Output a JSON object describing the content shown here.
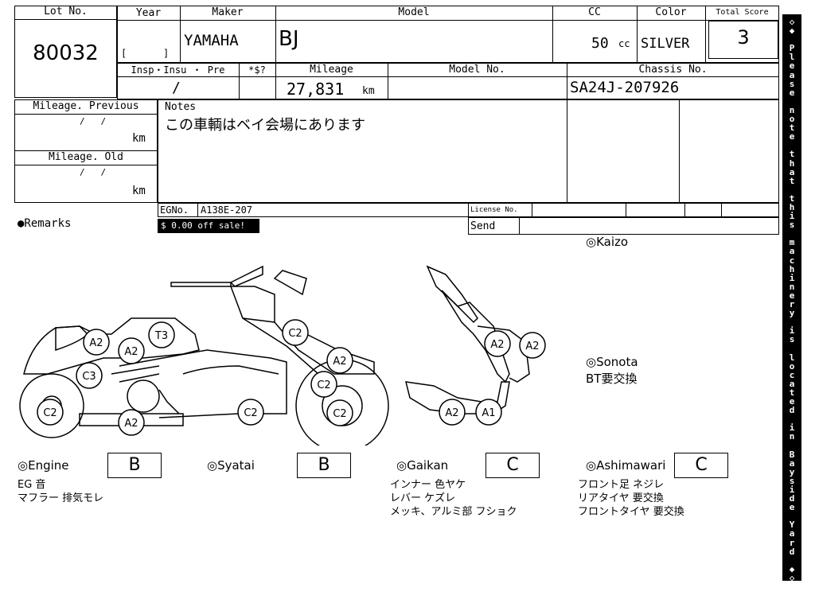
{
  "header": {
    "lot_label": "Lot No.",
    "lot_value": "80032",
    "year_label": "Year",
    "year_bracket_open": "[",
    "year_bracket_close": "]",
    "maker_label": "Maker",
    "maker_value": "YAMAHA",
    "model_label": "Model",
    "model_value": "BJ",
    "cc_label": "CC",
    "cc_value": "50",
    "cc_unit": "cc",
    "color_label": "Color",
    "color_value": "SILVER",
    "score_label": "Total Score",
    "score_value": "3",
    "insp_label": "Insp・Insu ・ Pre",
    "insp_value": "/",
    "tax_label": "*$?",
    "mileage_label": "Mileage",
    "mileage_value": "27,831",
    "mileage_unit": "km",
    "modelno_label": "Model No.",
    "chassis_label": "Chassis No.",
    "chassis_value": "SA24J-207926"
  },
  "mileage_prev": {
    "label": "Mileage. Previous",
    "date": "/   /",
    "unit": "km"
  },
  "mileage_old": {
    "label": "Mileage. Old",
    "date": "/   /",
    "unit": "km"
  },
  "notes": {
    "label": "Notes",
    "text": "この車輌はベイ会場にあります"
  },
  "engine_no": {
    "label": "EGNo.",
    "value": "A138E-207"
  },
  "license": {
    "label": "License No.",
    "send_label": "Send"
  },
  "remarks": {
    "label": "●Remarks",
    "sale_badge": "$ 0.00 off sale!"
  },
  "kaizo": {
    "label": "◎Kaizo"
  },
  "sonota": {
    "label": "◎Sonota",
    "text": "BT要交換"
  },
  "diagram_marks": [
    "A2",
    "T3",
    "A2",
    "C3",
    "C2",
    "A2",
    "C2",
    "C2",
    "A2",
    "C2",
    "C2",
    "A2",
    "A2",
    "A2",
    "A1"
  ],
  "grades": {
    "engine": {
      "label": "◎Engine",
      "grade": "B",
      "notes": "EG 音\nマフラー 排気モレ"
    },
    "syatai": {
      "label": "◎Syatai",
      "grade": "B"
    },
    "gaikan": {
      "label": "◎Gaikan",
      "grade": "C",
      "notes": "インナー 色ヤケ\nレバー ケズレ\nメッキ、アルミ部 フショク"
    },
    "ashimawari": {
      "label": "◎Ashimawari",
      "grade": "C",
      "notes": "フロント足 ネジレ\nリアタイヤ 要交換\nフロントタイヤ 要交換"
    }
  },
  "side_banner": "◇◆ Please note that this machinery is located in Bayside Yard ◆◇"
}
